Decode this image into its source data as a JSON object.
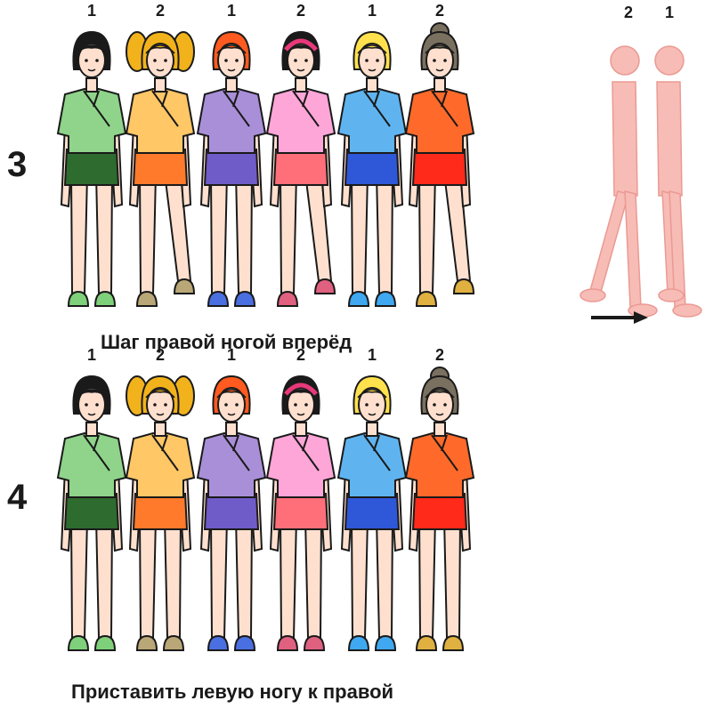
{
  "rows": [
    {
      "step": "3",
      "caption": "Шаг правой ногой вперёд",
      "figures": [
        {
          "number": "1",
          "hair": "#1a1a1a",
          "hair_style": "bob",
          "shirt": "#8fd48a",
          "shorts": "#2e6b2e",
          "shoes": "#7fd07a",
          "right_foot_forward": false
        },
        {
          "number": "2",
          "hair": "#f2b21b",
          "hair_style": "pigtails",
          "shirt": "#ffc766",
          "shorts": "#ff7a2a",
          "shoes": "#b9a777",
          "right_foot_forward": true
        },
        {
          "number": "1",
          "hair": "#ff5a1f",
          "hair_style": "bob",
          "shirt": "#a98fd8",
          "shorts": "#6f5cc8",
          "shoes": "#4a6fe0",
          "right_foot_forward": false
        },
        {
          "number": "2",
          "hair": "#1a1a1a",
          "hair_style": "headband",
          "shirt": "#ffa6d8",
          "shorts": "#ff6f7a",
          "shoes": "#e06080",
          "right_foot_forward": true
        },
        {
          "number": "1",
          "hair": "#ffe14d",
          "hair_style": "bob",
          "shirt": "#5fb4f0",
          "shorts": "#2f58d8",
          "shoes": "#3fa8f0",
          "right_foot_forward": false
        },
        {
          "number": "2",
          "hair": "#7a7060",
          "hair_style": "bun",
          "shirt": "#ff6a2a",
          "shorts": "#ff2a1a",
          "shoes": "#e0b040",
          "right_foot_forward": true
        }
      ]
    },
    {
      "step": "4",
      "caption": "Приставить левую ногу к правой",
      "figures": [
        {
          "number": "1",
          "hair": "#1a1a1a",
          "hair_style": "bob",
          "shirt": "#8fd48a",
          "shorts": "#2e6b2e",
          "shoes": "#7fd07a",
          "right_foot_forward": false
        },
        {
          "number": "2",
          "hair": "#f2b21b",
          "hair_style": "pigtails",
          "shirt": "#ffc766",
          "shorts": "#ff7a2a",
          "shoes": "#b9a777",
          "right_foot_forward": false
        },
        {
          "number": "1",
          "hair": "#ff5a1f",
          "hair_style": "bob",
          "shirt": "#a98fd8",
          "shorts": "#6f5cc8",
          "shoes": "#4a6fe0",
          "right_foot_forward": false
        },
        {
          "number": "2",
          "hair": "#1a1a1a",
          "hair_style": "headband",
          "shirt": "#ffa6d8",
          "shorts": "#ff6f7a",
          "shoes": "#e06080",
          "right_foot_forward": false
        },
        {
          "number": "1",
          "hair": "#ffe14d",
          "hair_style": "bob",
          "shirt": "#5fb4f0",
          "shorts": "#2f58d8",
          "shoes": "#3fa8f0",
          "right_foot_forward": false
        },
        {
          "number": "2",
          "hair": "#7a7060",
          "hair_style": "bun",
          "shirt": "#ff6a2a",
          "shorts": "#ff2a1a",
          "shoes": "#e0b040",
          "right_foot_forward": false
        }
      ]
    }
  ],
  "side_view": {
    "labels": [
      "2",
      "1"
    ],
    "color": "#f7b5ad",
    "arrow": "arrow-right-icon"
  },
  "colors": {
    "skin": "#ffe0cf",
    "outline": "#1a1a1a",
    "text": "#1a1a1a"
  }
}
